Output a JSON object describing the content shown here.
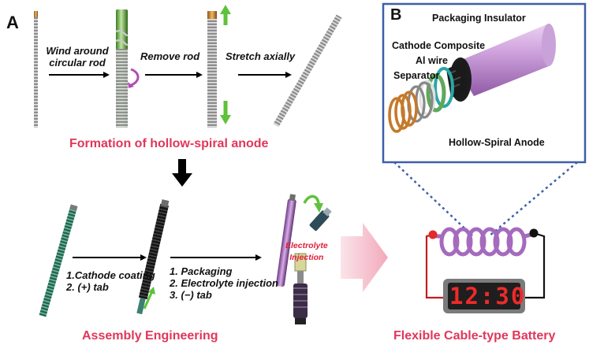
{
  "panels": {
    "a": "A",
    "b": "B"
  },
  "formation": {
    "step1": "Wind around\ncircular rod",
    "step2": "Remove rod",
    "step3": "Stretch axially",
    "title": "Formation of hollow-spiral anode"
  },
  "assembly": {
    "step1": "1.Cathode coating\n2. (+) tab",
    "step2": "1. Packaging\n2. Electrolyte injection\n3. (−) tab",
    "injection": "Electrolyte\nInjection",
    "title": "Assembly Engineering"
  },
  "inset_labels": {
    "insulator": "Packaging Insulator",
    "cathode": "Cathode Composite",
    "al_wire": "Al wire",
    "separator": "Separator",
    "anode": "Hollow-Spiral Anode"
  },
  "battery": {
    "display": "12:30",
    "title": "Flexible Cable-type Battery"
  },
  "colors": {
    "title_red": "#e0375a",
    "inset_border": "#3e5ea8",
    "green_arrow": "#5fc23a",
    "purple_arrow": "#b04fb3",
    "cable_purple": "#c78fd6",
    "display_red": "#ee2a2a"
  }
}
